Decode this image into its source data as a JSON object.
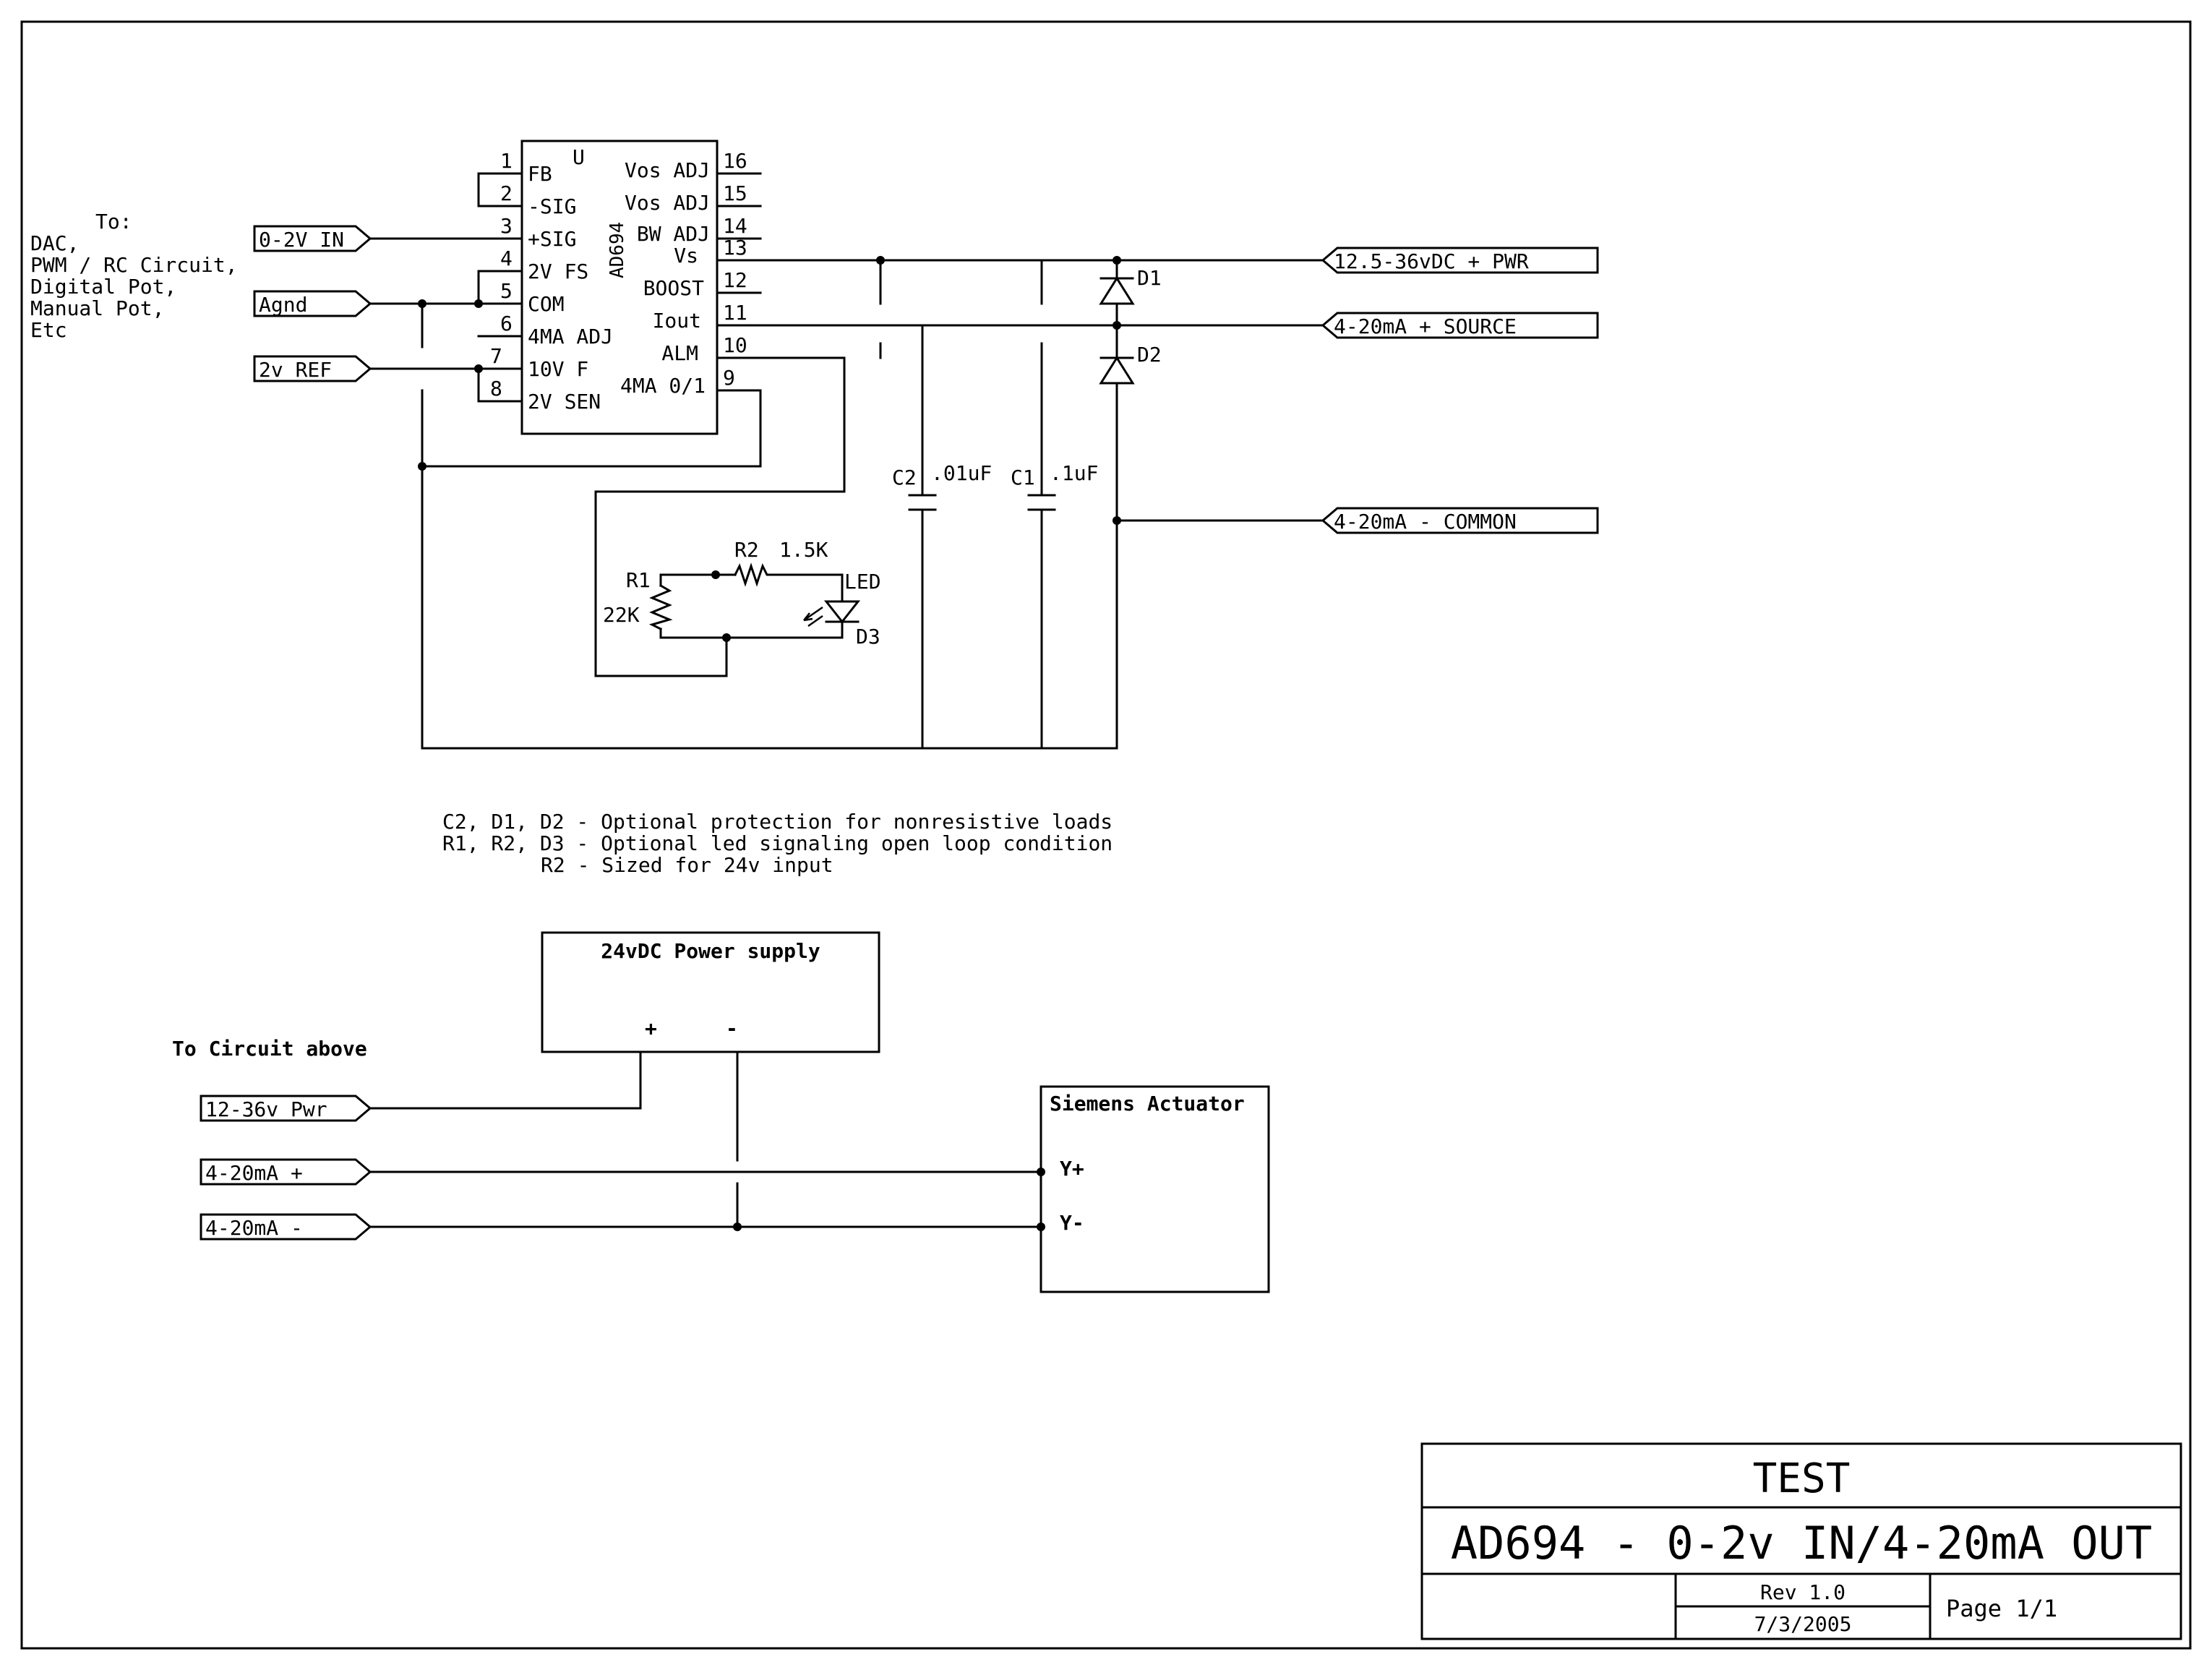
{
  "schematic": {
    "ic": {
      "ref": "U",
      "part": "AD694",
      "left_pins": [
        {
          "num": "1",
          "name": "FB"
        },
        {
          "num": "2",
          "name": "-SIG"
        },
        {
          "num": "3",
          "name": "+SIG"
        },
        {
          "num": "4",
          "name": "2V FS"
        },
        {
          "num": "5",
          "name": "COM"
        },
        {
          "num": "6",
          "name": "4MA ADJ"
        },
        {
          "num": "7",
          "name": "10V F"
        },
        {
          "num": "8",
          "name": "2V SEN"
        }
      ],
      "right_pins": [
        {
          "num": "16",
          "name": "Vos ADJ"
        },
        {
          "num": "15",
          "name": "Vos ADJ"
        },
        {
          "num": "14",
          "name": "BW ADJ"
        },
        {
          "num": "13",
          "name": "Vs"
        },
        {
          "num": "12",
          "name": "BOOST"
        },
        {
          "num": "11",
          "name": "Iout"
        },
        {
          "num": "10",
          "name": "ALM"
        },
        {
          "num": "9",
          "name": "4MA 0/1"
        }
      ]
    },
    "to_note": {
      "heading": "To:",
      "lines": [
        "DAC,",
        "PWM / RC Circuit,",
        "Digital Pot,",
        "Manual Pot,",
        "Etc"
      ]
    },
    "input_ports": {
      "in": "0-2V IN",
      "agnd": "Agnd",
      "ref": "2v REF"
    },
    "output_ports": {
      "pwr": "12.5-36vDC + PWR",
      "source": "4-20mA + SOURCE",
      "common": "4-20mA - COMMON"
    },
    "components": {
      "c2": {
        "ref": "C2",
        "value": ".01uF"
      },
      "c1": {
        "ref": "C1",
        "value": ".1uF"
      },
      "d1": {
        "ref": "D1"
      },
      "d2": {
        "ref": "D2"
      },
      "r1": {
        "ref": "R1",
        "value": "22K"
      },
      "r2": {
        "ref": "R2",
        "value": "1.5K"
      },
      "d3": {
        "ref": "D3",
        "label": "LED"
      }
    },
    "notes": [
      "C2, D1, D2 - Optional protection for nonresistive loads",
      "R1, R2, D3 - Optional led signaling open loop condition",
      "R2 - Sized for 24v input"
    ],
    "power_supply": {
      "title": "24vDC Power supply",
      "plus": "+",
      "minus": "-"
    },
    "circuit_note": "To Circuit above",
    "lower_ports": {
      "pwr": "12-36v Pwr",
      "plus": "4-20mA +",
      "minus": "4-20mA -"
    },
    "actuator": {
      "title": "Siemens Actuator",
      "yplus": "Y+",
      "yminus": "Y-"
    }
  },
  "title_block": {
    "title": "TEST",
    "subtitle": "AD694 - 0-2v IN/4-20mA OUT",
    "rev": "Rev 1.0",
    "date": "7/3/2005",
    "page": "Page 1/1"
  }
}
